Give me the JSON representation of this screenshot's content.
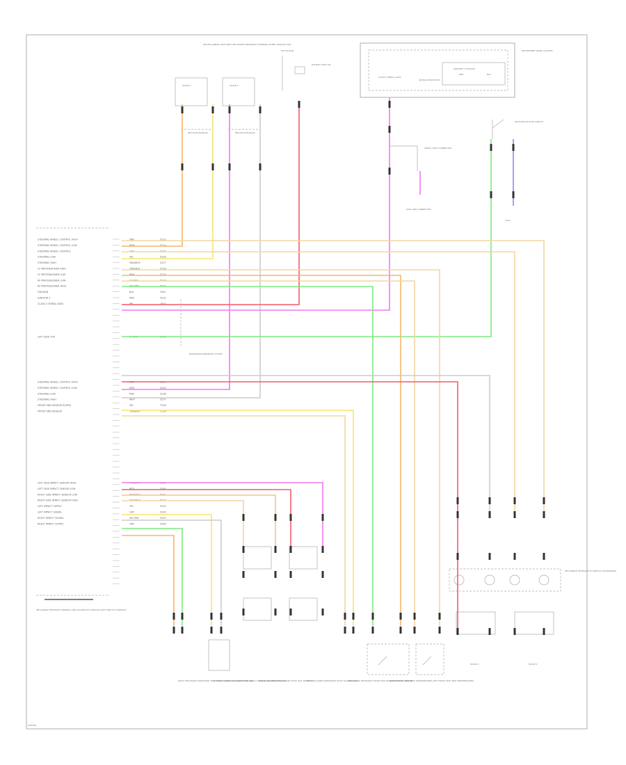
{
  "palette": {
    "orange": "#f7b56a",
    "yellow": "#f5e66a",
    "violet": "#f07af0",
    "gray": "#cccccc",
    "red": "#f25a6a",
    "green": "#7ee87e",
    "tan": "#f2d6a0",
    "lightorange": "#f5c48a",
    "blue": "#8a8af0",
    "dark": "#444444"
  },
  "module_pins_top": [
    {
      "label": "STEERING WHEEL CONTROL HIGH",
      "wire": "TAN",
      "circuit": "5223"
    },
    {
      "label": "STEERING WHEEL CONTROL LOW",
      "wire": "BRN",
      "circuit": "5224"
    },
    {
      "label": "STEERING WHEEL CONTROL",
      "wire": "GRY",
      "circuit": "5225"
    },
    {
      "label": "STEERING LOW",
      "wire": "YEL",
      "circuit": "5226"
    },
    {
      "label": "STEERING HIGH",
      "wire": "TAN/WHT",
      "circuit": "5227"
    },
    {
      "label": "LF PRETENSIONER HIGH",
      "wire": "ORN/BLK",
      "circuit": "5228"
    },
    {
      "label": "LF PRETENSIONER LOW",
      "wire": "BRN",
      "circuit": "5229"
    },
    {
      "label": "RF PRETENSIONER LOW",
      "wire": "LT GRN",
      "circuit": "5230"
    },
    {
      "label": "RF PRETENSIONER HIGH",
      "wire": "DK GRN",
      "circuit": "5231"
    },
    {
      "label": "GROUND",
      "wire": "BLK",
      "circuit": "2351"
    },
    {
      "label": "IGNITION 1",
      "wire": "PNK",
      "circuit": "5232"
    },
    {
      "label": "CLASS 2 SERIAL DATA",
      "wire": "PPL",
      "circuit": "1807"
    }
  ],
  "module_pins_mid": [
    {
      "label": "LEFT SIDE TOP",
      "wire": "LT GRN",
      "circuit": "5233"
    }
  ],
  "module_pins_lower": [
    {
      "label": "STEERING WHEEL CONTROL HIGH",
      "wire": "GRY",
      "circuit": "5234"
    },
    {
      "label": "STEERING WHEEL CONTROL LOW",
      "wire": "RED",
      "circuit": "5235"
    },
    {
      "label": "STEERING LOW",
      "wire": "PNK",
      "circuit": "5236"
    },
    {
      "label": "STEERING HIGH",
      "wire": "WHT",
      "circuit": "5237"
    },
    {
      "label": "FRONT END SENSOR SUPPLY",
      "wire": "YEL",
      "circuit": "7526"
    },
    {
      "label": "FRONT END SENSOR",
      "wire": "TAN/BRN",
      "circuit": "5238"
    }
  ],
  "module_pins_bottom": [
    {
      "label": "LEFT SIDE IMPACT SENSOR HIGH",
      "wire": "PPL/WHT",
      "circuit": "5239"
    },
    {
      "label": "LEFT SIDE IMPACT SENSOR LOW",
      "wire": "RED",
      "circuit": "5240"
    },
    {
      "label": "RIGHT SIDE IMPACT SENSOR LOW",
      "wire": "WHT/BLK",
      "circuit": "5241"
    },
    {
      "label": "RIGHT SIDE IMPACT SENSOR HIGH",
      "wire": "TAN/WHT",
      "circuit": "5242"
    },
    {
      "label": "LEFT IMPACT SUPPLY",
      "wire": "YEL",
      "circuit": "5243"
    },
    {
      "label": "LEFT IMPACT SIGNAL",
      "wire": "GRY",
      "circuit": "5244"
    },
    {
      "label": "RIGHT IMPACT SIGNAL",
      "wire": "DK GRN",
      "circuit": "5245"
    },
    {
      "label": "RIGHT IMPACT SUPPLY",
      "wire": "TAN",
      "circuit": "5246"
    }
  ],
  "components": {
    "top_header": "DRIVER AIRBAG/ SEAT BELT INFLATABLE RESTRAINT STEERING WHEEL MODULE COIL",
    "top_header_stage1": "STAGE 1",
    "top_header_stage2": "STAGE 2",
    "top_header_inflator1": "INFLATOR MODULE",
    "top_header_inflator2": "INFLATOR MODULE",
    "hot_in_run": "HOT IN RUN",
    "fuse_label": "AIR BAG FUSE 10A",
    "ipc_box": "INSTRUMENT PANEL CLUSTER",
    "ipc_inner1": "CLASS 2 SERIAL DATA",
    "ipc_inner2": "AIR BAG INDICATOR",
    "ipc_inner3": "IGNITION 1 VOLTAGE",
    "ipc_inner4": "RED",
    "ipc_inner5": "BLK",
    "seat_belt_switch": "SEAT BELT BUCKLE SWITCH",
    "serial_data_conn": "SERIAL DATA CONNECTOR",
    "data_link": "DATA LINK CONNECTOR",
    "passenger_presence": "PASSENGER PRESENCE SYSTEM",
    "ground_label": "G201",
    "diagnostic_module": "INFLATABLE RESTRAINT SENSING AND DIAGNOSTIC MODULE (LEFT SIDE OF CONSOLE)",
    "pass_inflator": "INFLATABLE RESTRAINT IP MODULE (PASSENGER)",
    "pass_stage1": "STAGE 1",
    "pass_stage2": "STAGE 2",
    "bottom_items": [
      "RIGHT INFLATABLE RESTRAINT SIDE IMPACT SENSOR (LOWER B-PILLAR)",
      "LEFT INFLATABLE RESTRAINT SIDE IMPACT SENSOR (LOWER B-PILLAR)",
      "RIGHT INFLATABLE RESTRAINT ROOF RAIL MODULE",
      "LEFT INFLATABLE RESTRAINT ROOF RAIL MODULE",
      "INFLATABLE RESTRAINT FRONT END DISCRIMINATING SENSOR",
      "RIGHT FRONT SEAT BELT PRETENSIONER",
      "LEFT FRONT SEAT BELT PRETENSIONER"
    ],
    "footer_code": "W45461"
  }
}
